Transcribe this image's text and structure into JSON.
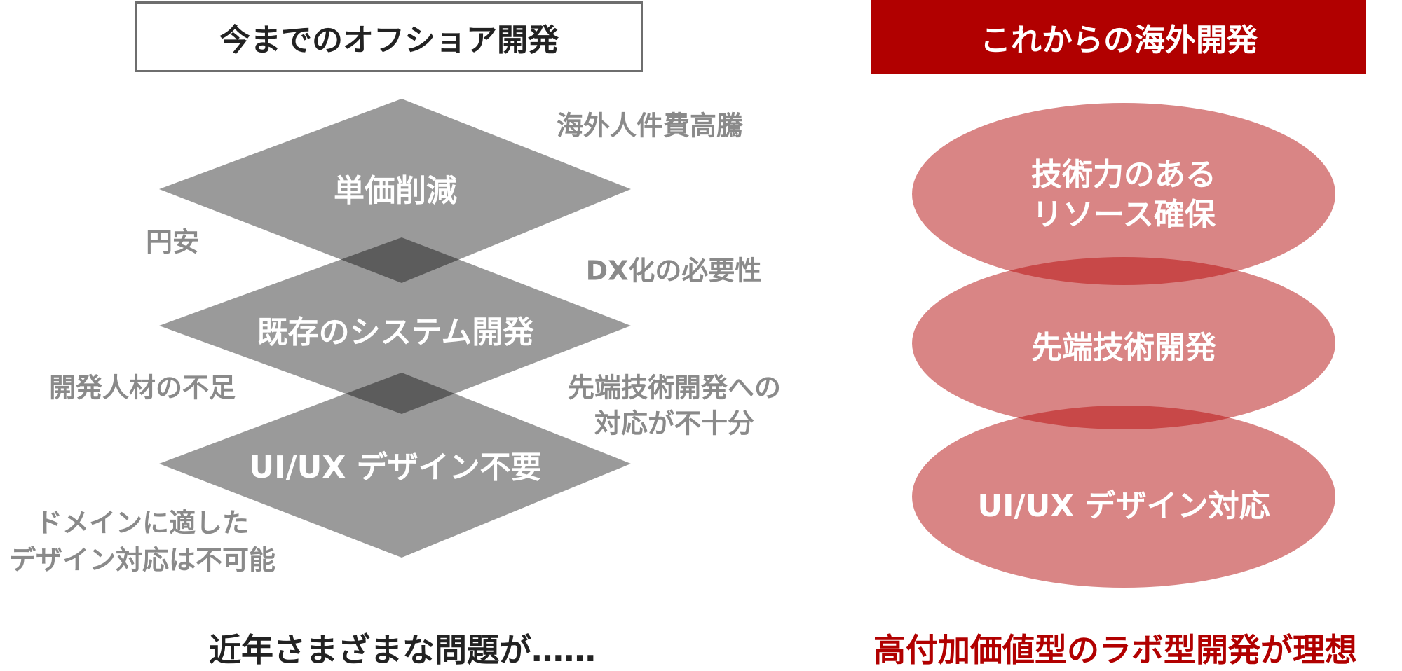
{
  "left_panel": {
    "header": "今までのオフショア開発",
    "layers": [
      {
        "label": "単価削減"
      },
      {
        "label": "既存のシステム開発"
      },
      {
        "label": "UI/UX デザイン不要"
      }
    ],
    "side_notes": {
      "top_right": "海外人件費高騰",
      "left_upper": "円安",
      "right_middle": "DX化の必要性",
      "left_middle": "開発人材の不足",
      "right_lower_1": "先端技術開発への",
      "right_lower_2": "対応が不十分",
      "bottom_left_1": "ドメインに適した",
      "bottom_left_2": "デザイン対応は不可能"
    },
    "conclusion": "近年さまざまな問題が……"
  },
  "right_panel": {
    "header": "これからの海外開発",
    "layers": [
      {
        "label_line1": "技術力のある",
        "label_line2": "リソース確保"
      },
      {
        "label": "先端技術開発"
      },
      {
        "label": "UI/UX デザイン対応"
      }
    ],
    "conclusion": "高付加価値型のラボ型開発が理想"
  },
  "colors": {
    "diamond_fill": "#9a9a9a",
    "diamond_overlap": "#5c5c5c",
    "ellipse_fill": "#d98585",
    "ellipse_overlap": "#c84848",
    "accent_red": "#b10000",
    "side_text": "#8a8a8a"
  }
}
